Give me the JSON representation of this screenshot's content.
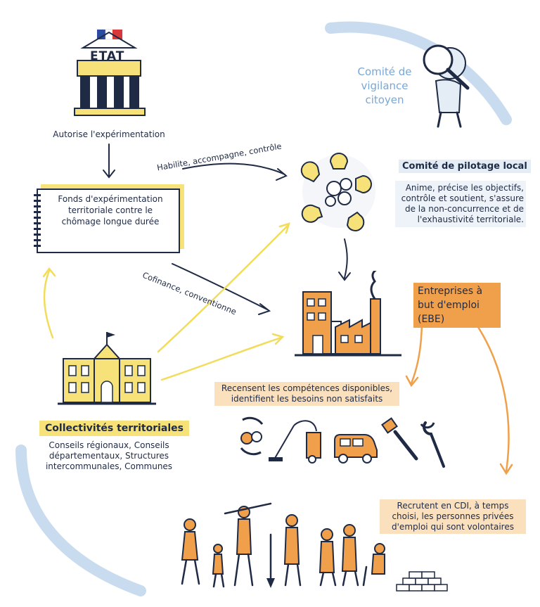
{
  "etat": {
    "label": "ETAT",
    "caption": "Autorise l'expérimentation"
  },
  "fonds": {
    "text": "Fonds d'expérimentation territoriale contre le chômage longue durée"
  },
  "arrows": {
    "habilite": "Habilite, accompagne, contrôle",
    "cofinance": "Cofinance, conventionne"
  },
  "comite_vigilance": {
    "title": "Comité de vigilance citoyen"
  },
  "comite_pilotage": {
    "title": "Comité de pilotage local",
    "description": "Anime, précise les objectifs, contrôle et soutient, s'assure de la non-concurrence et de l'exhaustivité territoriale."
  },
  "ebe": {
    "title": "Entreprises à but d'emploi (EBE)",
    "recensent": "Recensent les compétences disponibles, identifient les besoins non satisfaits",
    "recrutent": "Recrutent en CDI, à temps choisi, les personnes privées d'emploi qui sont volontaires"
  },
  "collectivites": {
    "title": "Collectivités territoriales",
    "items": "Conseils régionaux, Conseils départementaux, Structures intercommunales, Communes"
  },
  "colors": {
    "navy": "#1f2a44",
    "yellow": "#f7e27a",
    "orange": "#f0a04b",
    "light_blue": "#c9dcef",
    "blue_text": "#7aa7d4"
  },
  "icons": [
    "government-building-icon",
    "magnifier-person-icon",
    "gears-people-icon",
    "factory-icon",
    "town-hall-icon",
    "recycle-apple-icon",
    "vacuum-icon",
    "van-icon",
    "paintbrush-icon",
    "wrench-icon",
    "workers-icon",
    "bricks-icon"
  ]
}
